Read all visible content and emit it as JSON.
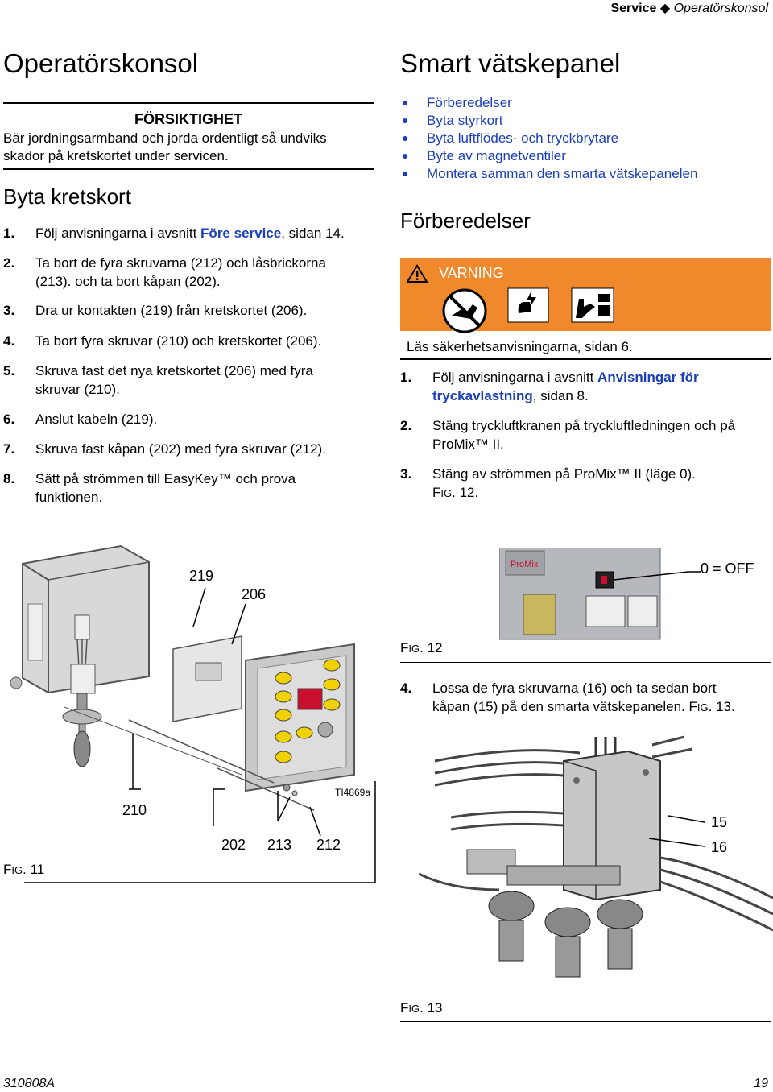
{
  "header": {
    "section": "Service",
    "diamond": "◆",
    "subsection": "Operatörskonsol"
  },
  "left": {
    "title": "Operatörskonsol",
    "caution": {
      "title": "FÖRSIKTIGHET",
      "text_line1": "Bär jordningsarmband och jorda ordentligt så undviks",
      "text_line2": "skador på kretskortet under servicen."
    },
    "subtitle": "Byta kretskort",
    "steps": [
      {
        "num": "1.",
        "pre": "Följ anvisningarna i avsnitt ",
        "link": "Före service",
        "post": ", sidan 14."
      },
      {
        "num": "2.",
        "line1": "Ta bort de fyra skruvarna (212) och låsbrickorna",
        "line2": "(213). och ta bort kåpan (202)."
      },
      {
        "num": "3.",
        "line1": "Dra ur kontakten (219) från kretskortet (206)."
      },
      {
        "num": "4.",
        "line1": "Ta bort fyra skruvar (210) och kretskortet (206)."
      },
      {
        "num": "5.",
        "line1": "Skruva fast det nya kretskortet (206) med fyra",
        "line2": "skruvar (210)."
      },
      {
        "num": "6.",
        "line1": "Anslut kabeln (219)."
      },
      {
        "num": "7.",
        "line1": "Skruva fast kåpan (202) med fyra skruvar (212)."
      },
      {
        "num": "8.",
        "line1": "Sätt på strömmen till EasyKey™ och prova",
        "line2": "funktionen."
      }
    ]
  },
  "right": {
    "title": "Smart vätskepanel",
    "bullets": [
      "Förberedelser",
      "Byta styrkort",
      "Byta luftflödes- och tryckbrytare",
      "Byte av magnetventiler",
      "Montera samman den smarta vätskepanelen"
    ],
    "subtitle": "Förberedelser",
    "warning": {
      "title": "VARNING",
      "text": "Läs säkerhetsanvisningarna, sidan 6."
    },
    "steps": [
      {
        "num": "1.",
        "pre": "Följ anvisningarna i avsnitt ",
        "link1": "Anvisningar för",
        "link2": "tryckavlastning",
        "post": ", sidan 8."
      },
      {
        "num": "2.",
        "line1": "Stäng tryckluftkranen på tryckluftledningen och på",
        "line2": "ProMix™ II."
      },
      {
        "num": "3.",
        "line1": "Stäng av strömmen på ProMix™ II (läge 0).",
        "line2_a": "F",
        "line2_b": "IG",
        "line2_c": ". 12."
      }
    ],
    "step4": {
      "num": "4.",
      "line1": "Lossa de fyra skruvarna (16) och ta sedan bort",
      "line2_a": "kåpan (15) på den smarta vätskepanelen. F",
      "line2_b": "IG",
      "line2_c": ". 13."
    }
  },
  "fig11": {
    "label_a": "F",
    "label_b": "IG",
    "label_c": ". 11",
    "callouts": [
      "219",
      "206",
      "210",
      "202",
      "213",
      "212"
    ],
    "ti": "TI4869a"
  },
  "fig12": {
    "label_a": "F",
    "label_b": "IG",
    "label_c": ". 12",
    "callout": "0 = OFF"
  },
  "fig13": {
    "label_a": "F",
    "label_b": "IG",
    "label_c": ". 13",
    "callouts": [
      "15",
      "16"
    ]
  },
  "footer": {
    "doc": "310808A",
    "page": "19"
  }
}
